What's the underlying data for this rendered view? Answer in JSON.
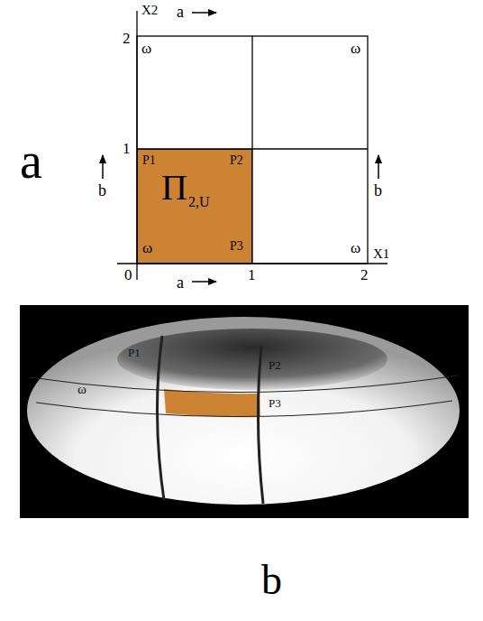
{
  "diagram": {
    "nodes": [
      {
        "text": [
          "Π",
          "2,U",
          "P1",
          "P2",
          "P3",
          "ω"
        ]
      }
    ],
    "labels": [
      "a",
      "b",
      "X2",
      "2",
      "a",
      "ω",
      "ω",
      "1",
      "b",
      "b",
      "ω",
      "X1",
      "0",
      "1",
      "2",
      "a",
      "P1",
      "P2",
      "P3",
      "ω"
    ]
  }
}
